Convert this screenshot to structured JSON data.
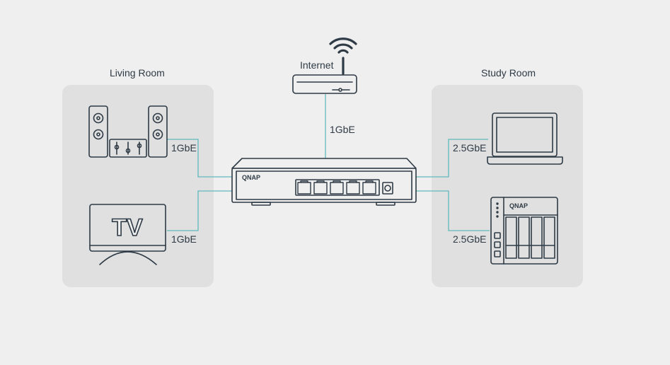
{
  "rooms": {
    "living": {
      "title": "Living Room"
    },
    "study": {
      "title": "Study Room"
    }
  },
  "internet": {
    "label": "Internet"
  },
  "links": {
    "router": "1GbE",
    "speaker": "1GbE",
    "tv": "1GbE",
    "laptop": "2.5GbE",
    "nas": "2.5GbE"
  },
  "devices": {
    "tv_text": "TV",
    "switch_brand": "QNAP",
    "nas_brand": "QNAP"
  },
  "colors": {
    "background": "#efefef",
    "panel": "#e0e0e0",
    "stroke": "#2e3a45",
    "cable": "#5fb9bd"
  },
  "icons": [
    "wifi-icon",
    "router-icon",
    "speaker-system-icon",
    "tv-icon",
    "network-switch-icon",
    "laptop-icon",
    "nas-icon"
  ]
}
